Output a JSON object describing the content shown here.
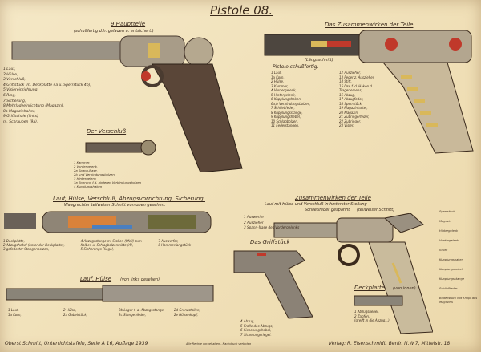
{
  "title": "Pistole 08.",
  "sections": {
    "main_parts": {
      "title": "9 Hauptteile",
      "subtitle": "(schußfertig d.h. geladen u. entsichert.)",
      "items": [
        "1 Lauf,",
        "2 Hülse,",
        "3 Verschluß,",
        "4 Griffstück (m. Deckplatte 4a u. Sperrstück 4b),",
        "5 Visiereinrichtung,",
        "6 Ring,",
        "7 Sicherung,",
        "8 Mehrladeeinrichtung (Magazin),",
        "8a Magazinhalter,",
        "9 Griffschale (links)",
        "  m. Schrauben (9a)."
      ]
    },
    "breech": {
      "title": "Der Verschluß",
      "items": [
        "1 Kammer,",
        "2 Vordergelenk,",
        "2a Spann-Nase,",
        "2b und Verbindungsbolzen.",
        "3 Hintergelenk",
        "3a Bohrung f.d. hinteren Verbindungsbolzen",
        "4 Kupplungshaken"
      ]
    },
    "interaction": {
      "title": "Das Zusammenwirken der Teile",
      "subtitle": "(Längsschnitt)",
      "caption": "Pistole schußfertig.",
      "items": [
        "1 Lauf,",
        "1a Korn,",
        "2 Hülse,",
        "3 Kammer,",
        "4 Vordergelenk,",
        "5 Hintergelenk,",
        "6 Kupplungshaken,",
        "6a,b Verbindungsbolzen,",
        "7 Schließfeder,",
        "8 Kupplungsstange,",
        "9 Kupplungshebel,",
        "10 Schlagbolzen,",
        "11 Federstangen,",
        "12 Auszieher,",
        "13 Feder z. Auszieher,",
        "14 Stift,",
        "15 Öse f. d. Haken d. Trageriemens,",
        "16 Abzug,",
        "17 Abzugfeder,",
        "18 Sperrstück,",
        "19 Magazinhalter,",
        "20 Magazin,",
        "21 Zubringerfeder,",
        "22 Zubringer,",
        "23 Visier."
      ]
    },
    "barrel": {
      "title": "Lauf, Hülse, Verschluß, Abzugsvorrichtung, Sicherung.",
      "subtitle": "Waagrechter teilweiser Schnitt von oben gesehen.",
      "items": [
        "1 Deckplatte,",
        "2 Abzugshebel (unter der Deckplatte),",
        "3 gefederter Stangenbolzen,",
        "4 Abzugsstange m. Stollen (Pfeil) zum Kolben u. Schlagbolzenmitte (A),",
        "5 Sicherungs-Riegel,",
        "7 Auswerfer,",
        "8 Hammerfangstück"
      ]
    },
    "barrel_receiver": {
      "title": "Lauf, Hülse",
      "subtitle": "(von links gesehen)",
      "items": [
        "1 Lauf,",
        "1a Korn,",
        "2 Hülse,",
        "2a Gabelstück,",
        "2b Lager f. d. Abzugsstange,",
        "2c Stangenfeder,",
        "2d Grenzstollen,",
        "2e Hülsenkopf,"
      ]
    },
    "rear_position": {
      "title": "Zusammenwirken der Teile",
      "subtitle": "Lauf mit Hülse und Verschluß in hinterster Stellung",
      "caption": "Schließfeder gespannt",
      "note": "(teilweiser Schnitt)",
      "labels": [
        "Sperrstück",
        "Magazin",
        "Hintergelenk",
        "Vordergelenk",
        "Visier",
        "Kupplungshaken",
        "Kupplungshebel",
        "Kupplungsstange",
        "Schließfeder",
        "Bodenstück mit Knopf des Magazins"
      ],
      "items": [
        "1 Auswerfer",
        "2 Auszieher",
        "3 Spann-Nase des Vordergelenks"
      ]
    },
    "grip": {
      "title": "Das Griffstück",
      "items": [
        "4 Abzug,",
        "5 Kralle des Abzugs,",
        "6 Sicherungshebel,",
        "7 Sicherungsriegel."
      ]
    },
    "cover_plate": {
      "title": "Deckplatte",
      "subtitle": "(von innen)",
      "items": [
        "1 Abzugshebel,",
        "2 Zapfen,",
        "(greift in die Abzug...)"
      ]
    }
  },
  "footer": {
    "left": "Oberst Schmitt, Unterrichtstafeln, Serie A 16, Auflage 1939",
    "center": "Alle Rechte vorbehalten - Nachdruck verboten",
    "right": "Verlag: R. Eisenschmidt, Berlin N.W.7, Mittelstr. 18"
  },
  "colors": {
    "paper": "#f1e2bd",
    "steel": "#8a8478",
    "dark": "#4a3b30",
    "brass": "#d9b85a",
    "red": "#c0392b"
  }
}
